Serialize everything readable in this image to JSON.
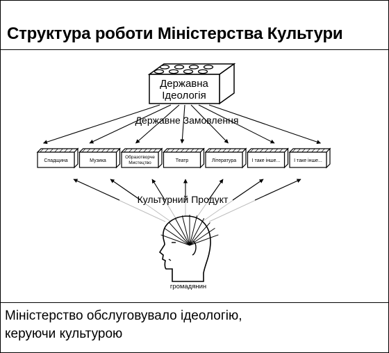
{
  "title": "Структура роботи Міністерства Культури",
  "diagram": {
    "ideology_line1": "Державна",
    "ideology_line2": "Ідеологія",
    "state_order": "Державне Замовлення",
    "blocks": [
      {
        "label": "Спадщина"
      },
      {
        "label": "Музика"
      },
      {
        "label_line1": "Образотворче",
        "label_line2": "Мистецтво"
      },
      {
        "label": "Театр"
      },
      {
        "label": "Література"
      },
      {
        "label": "І таке інше..."
      },
      {
        "label": "І таке інше..."
      }
    ],
    "cultural_product": "Культурний Продукт",
    "citizen": "громадянин"
  },
  "caption": {
    "line1": "Міністерство обслуговувало ідеологію,",
    "line2": "керуючи культурою"
  }
}
